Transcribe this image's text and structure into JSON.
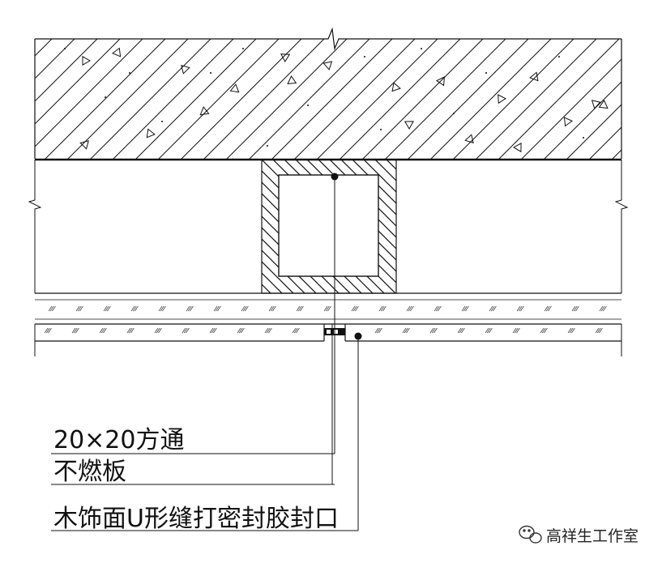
{
  "labels": {
    "tube": "20×20方通",
    "board": "不燃板",
    "seal": "木饰面U形缝打密封胶封口"
  },
  "watermark": {
    "icon": "wechat-icon",
    "text": "高祥生工作室"
  },
  "colors": {
    "line": "#111111",
    "background": "#ffffff"
  }
}
